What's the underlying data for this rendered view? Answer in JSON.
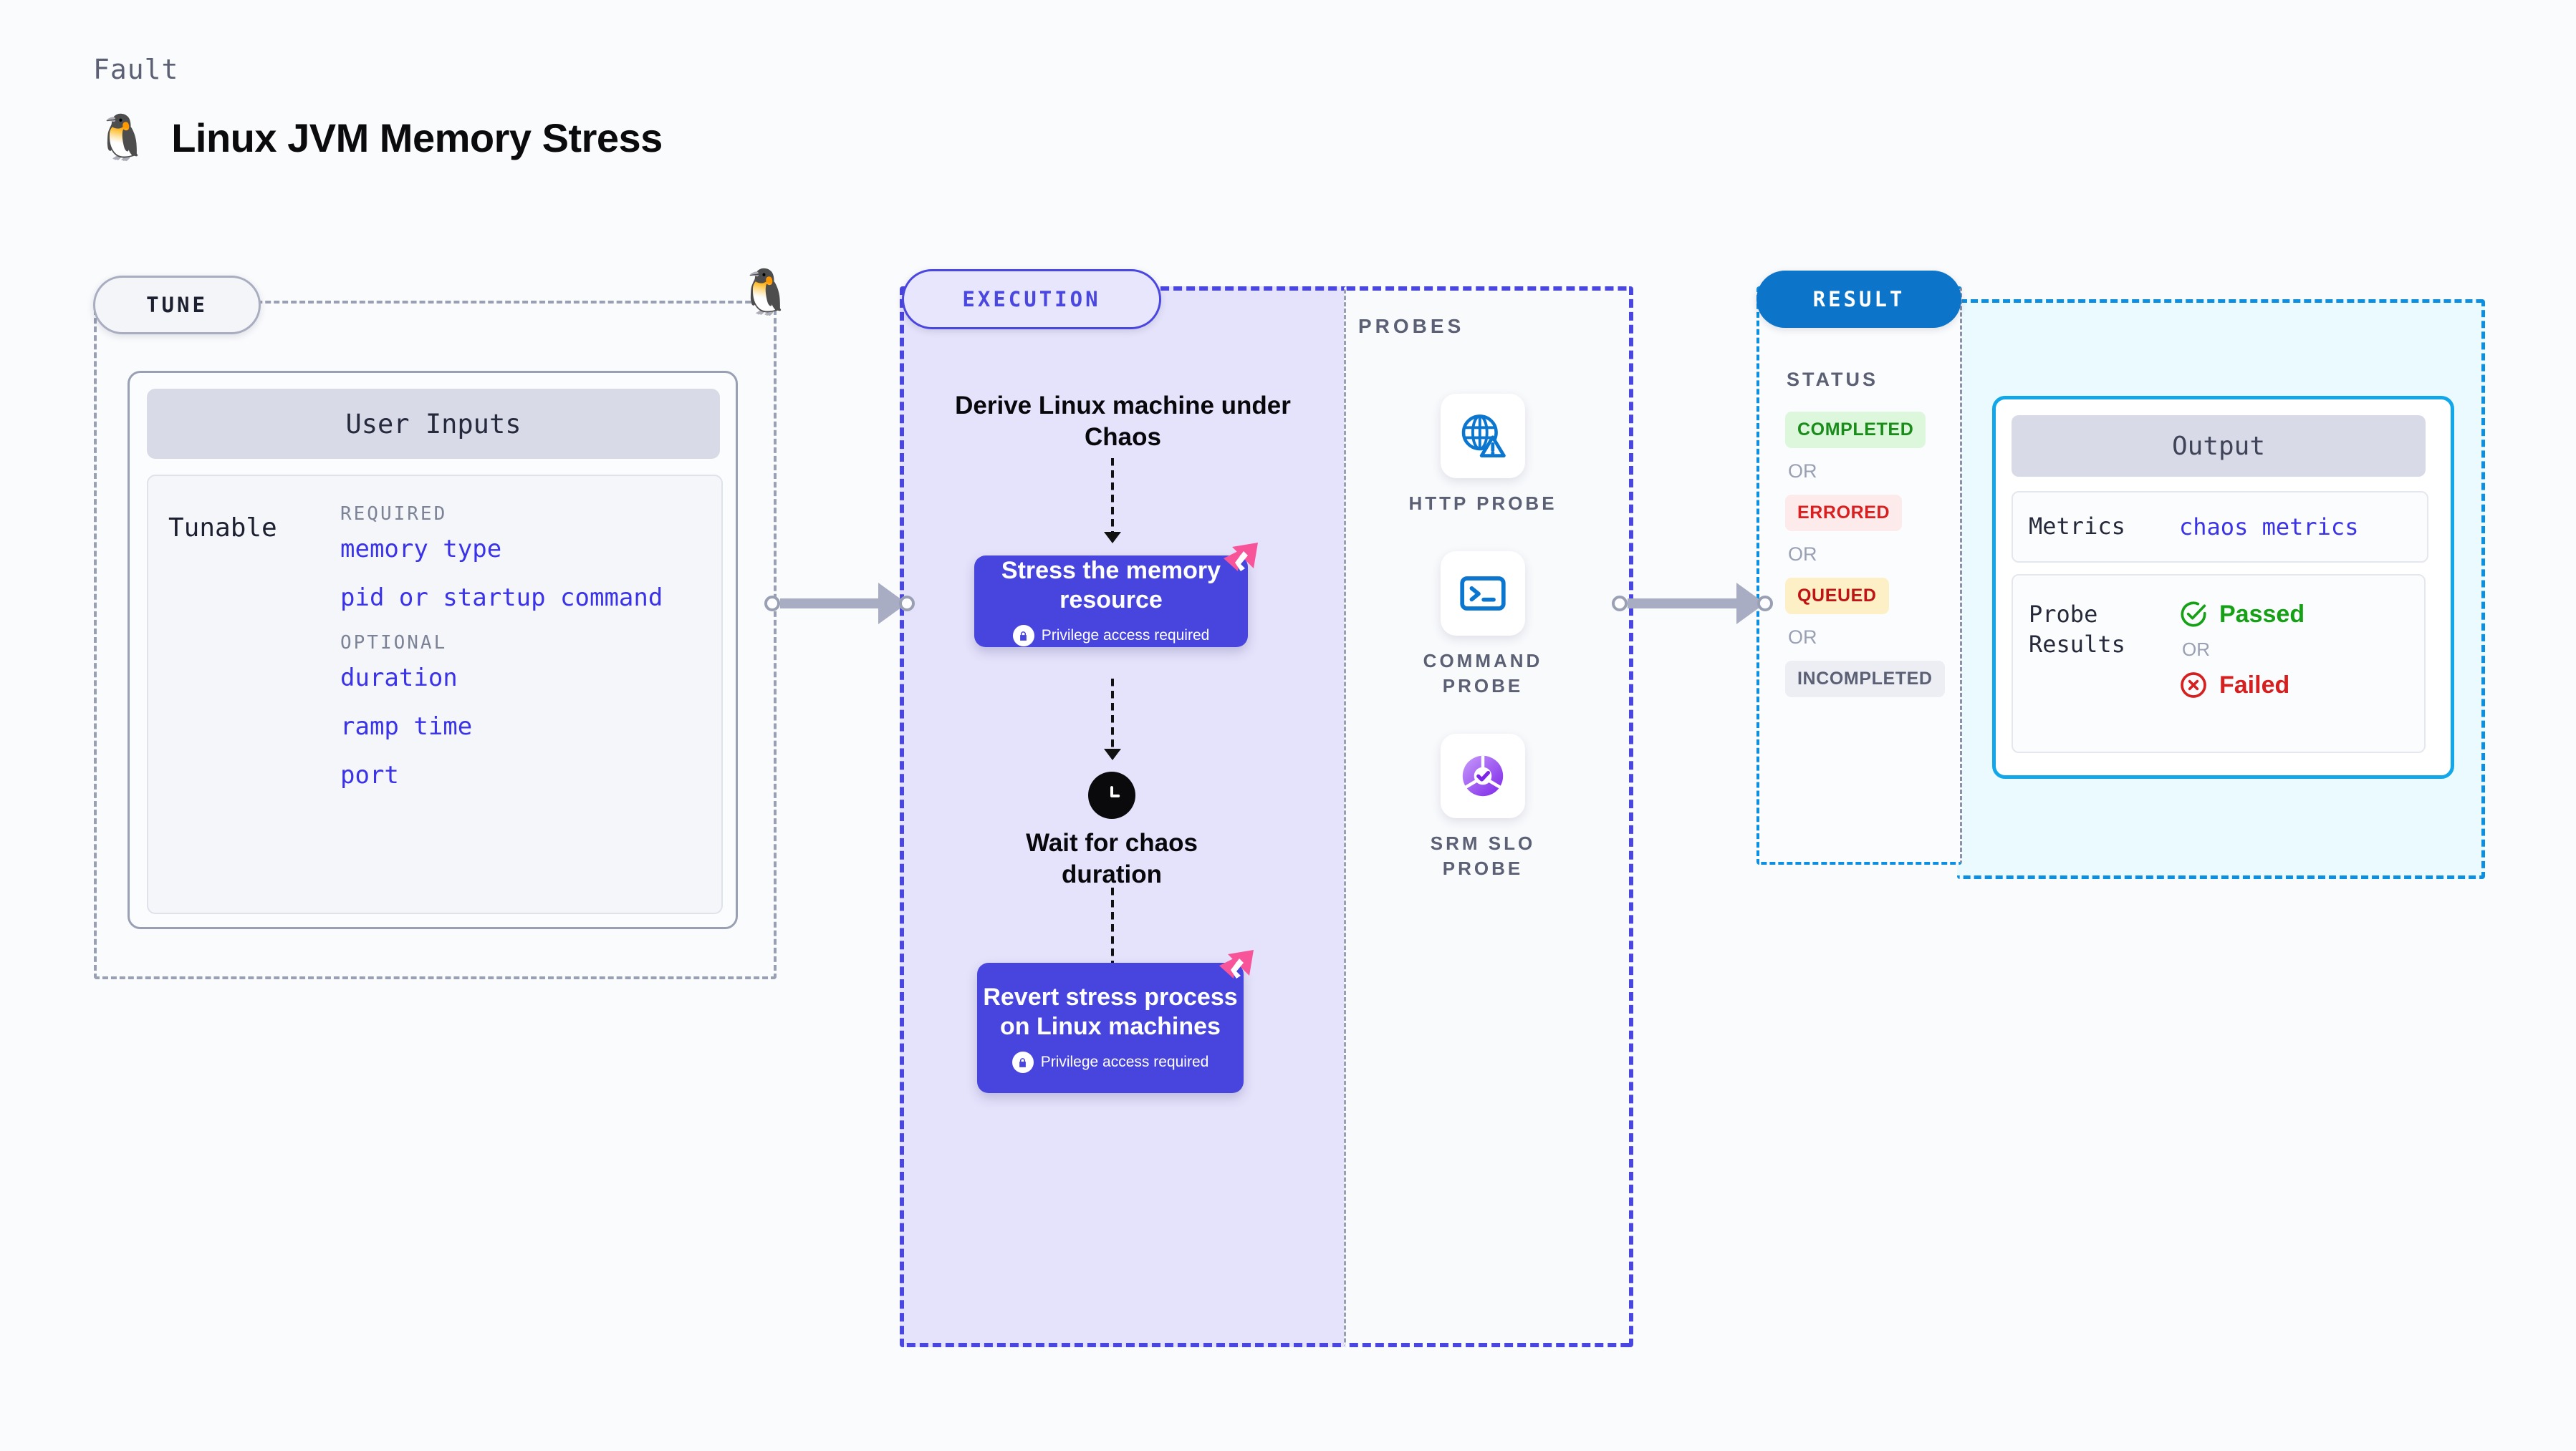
{
  "header": {
    "eyebrow": "Fault",
    "title": "Linux JVM Memory Stress",
    "icon": "linux-penguin-icon"
  },
  "tune": {
    "stage_label": "TUNE",
    "card_title": "User Inputs",
    "tunable_label": "Tunable",
    "groups": [
      {
        "label": "REQUIRED",
        "items": [
          "memory type",
          "pid or startup command"
        ]
      },
      {
        "label": "OPTIONAL",
        "items": [
          "duration",
          "ramp time",
          "port"
        ]
      }
    ]
  },
  "execution": {
    "stage_label": "EXECUTION",
    "derive_step": "Derive Linux machine under Chaos",
    "stress_step": {
      "title": "Stress the memory resource",
      "privilege_note": "Privilege access required"
    },
    "wait_step": "Wait for chaos duration",
    "revert_step": {
      "title": "Revert stress process on Linux machines",
      "privilege_note": "Privilege access required"
    }
  },
  "probes": {
    "title": "PROBES",
    "items": [
      {
        "label": "HTTP PROBE",
        "icon": "globe-warning-icon"
      },
      {
        "label": "COMMAND PROBE",
        "icon": "terminal-icon"
      },
      {
        "label": "SRM SLO PROBE",
        "icon": "slo-donut-check-icon"
      }
    ]
  },
  "result": {
    "stage_label": "RESULT",
    "status_title": "STATUS",
    "or_label": "OR",
    "statuses": [
      {
        "label": "COMPLETED",
        "tone": "completed"
      },
      {
        "label": "ERRORED",
        "tone": "errored"
      },
      {
        "label": "QUEUED",
        "tone": "queued"
      },
      {
        "label": "INCOMPLETED",
        "tone": "incompleted"
      }
    ],
    "output": {
      "title": "Output",
      "metrics_key": "Metrics",
      "metrics_value": "chaos metrics",
      "probe_results_key": "Probe Results",
      "passed_label": "Passed",
      "failed_label": "Failed",
      "or_label": "OR"
    }
  },
  "colors": {
    "execution_accent": "#4a46e0",
    "step_card": "#4745de",
    "result_accent": "#0c74c9",
    "output_border": "#12a7e8",
    "tunable_text": "#3a33e8",
    "litmus_pink": "#f8549a",
    "passed_green": "#15a015",
    "failed_red": "#d61f1f"
  }
}
